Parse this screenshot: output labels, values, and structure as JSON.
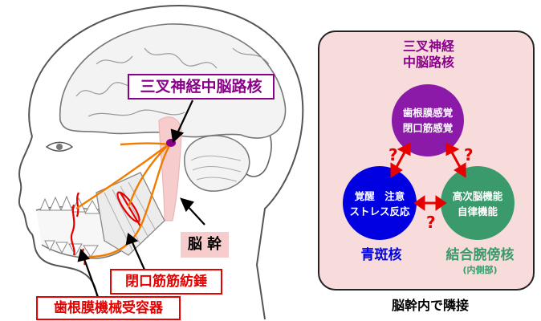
{
  "labels": {
    "nucleus_box": "三叉神経中脳路核",
    "spindle_box": "閉口筋筋紡錘",
    "receptor_box": "歯根膜機械受容器",
    "brainstem": "脳 幹"
  },
  "panel": {
    "title_line1": "三叉神経",
    "title_line2": "中脳路核",
    "top_circle": [
      "歯根膜感覚",
      "閉口筋感覚"
    ],
    "left_circle": [
      "覚醒　注意",
      "ストレス反応"
    ],
    "right_circle": [
      "高次脳機能",
      "自律機能"
    ],
    "left_name": "青斑核",
    "right_name": "結合腕傍核",
    "right_sub": "(内側部)",
    "question": "?",
    "caption": "脳幹内で隣接"
  },
  "colors": {
    "purple": "#8b008b",
    "red": "#e60000",
    "orange": "#f07d00",
    "blue": "#0000e0",
    "green": "#3a9a6c",
    "pink": "#f8dcdc"
  }
}
